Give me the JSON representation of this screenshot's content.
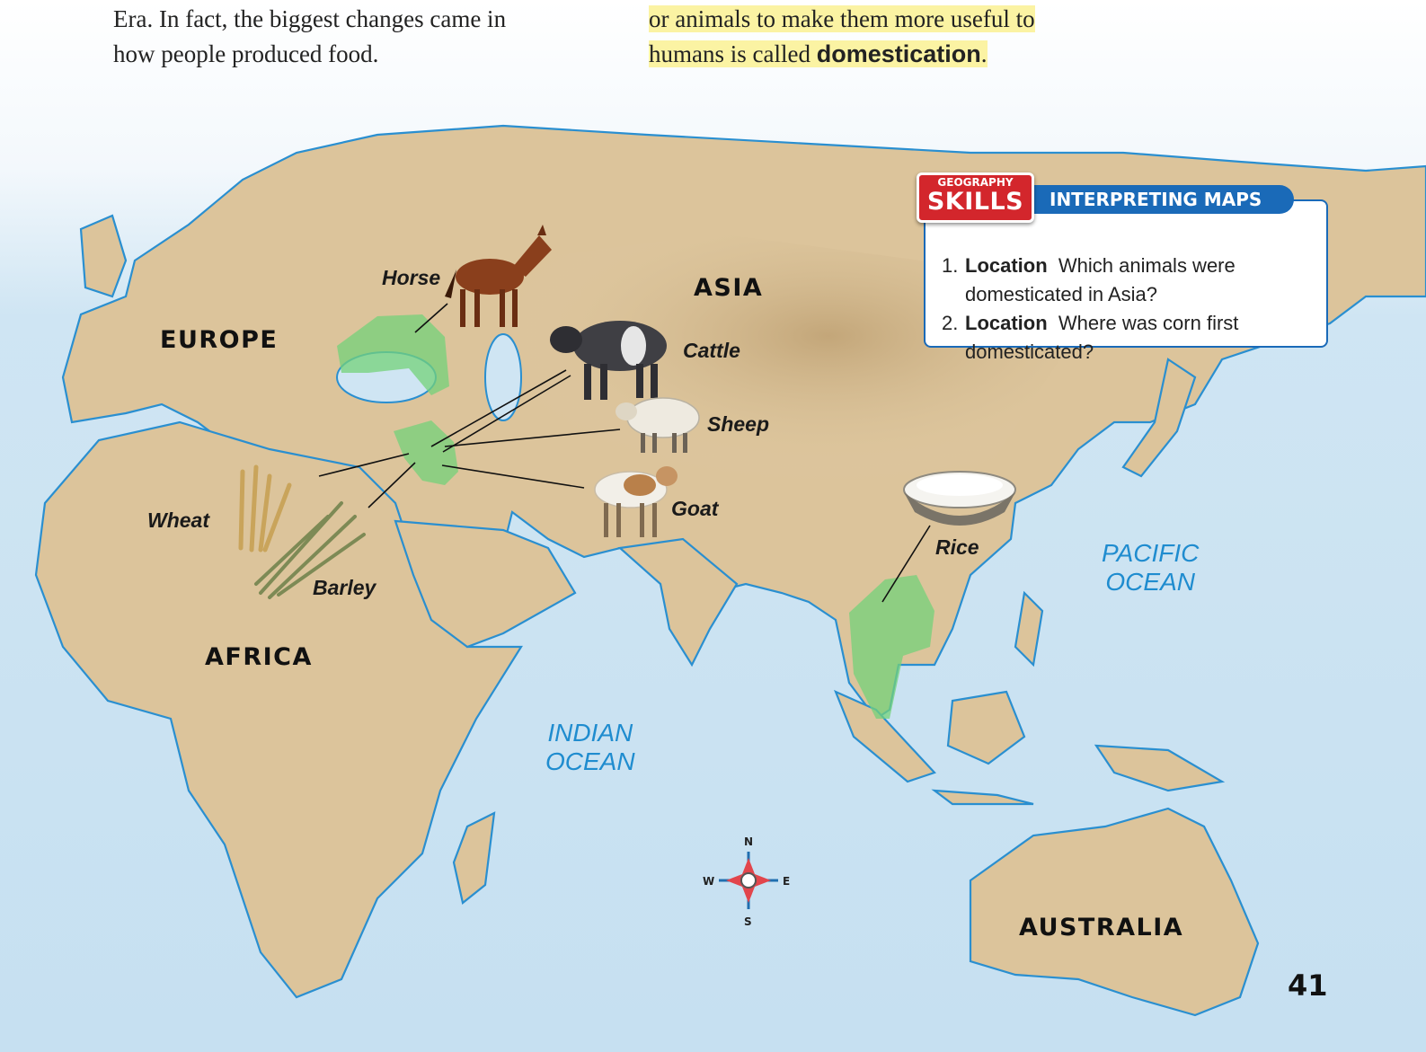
{
  "body_text": {
    "left_line1": "Era. In fact, the biggest changes came in",
    "left_line2": "how people produced food.",
    "right_line1": "or animals to make them more useful to",
    "right_line2_pre": "humans is called ",
    "right_line2_term": "domestication",
    "right_line2_post": "."
  },
  "map": {
    "continents": {
      "europe": "EUROPE",
      "asia": "ASIA",
      "africa": "AFRICA",
      "australia": "AUSTRALIA"
    },
    "oceans": {
      "indian_line1": "INDIAN",
      "indian_line2": "OCEAN",
      "pacific_line1": "PACIFIC",
      "pacific_line2": "OCEAN"
    },
    "labels": {
      "horse": "Horse",
      "cattle": "Cattle",
      "sheep": "Sheep",
      "goat": "Goat",
      "wheat": "Wheat",
      "barley": "Barley",
      "rice": "Rice"
    },
    "compass": {
      "n": "N",
      "s": "S",
      "e": "E",
      "w": "W"
    },
    "colors": {
      "ocean": "#cfe5f3",
      "land": "#dcc49b",
      "coast": "#2a8fd0",
      "domestication_zone": "#74d27a"
    }
  },
  "geography_skills": {
    "badge_top": "GEOGRAPHY",
    "badge_main": "SKILLS",
    "tab_title": "INTERPRETING MAPS",
    "q1_num": "1.",
    "q1_label": "Location",
    "q1_text": "Which animals were domesticated in Asia?",
    "q2_num": "2.",
    "q2_label": "Location",
    "q2_text": "Where was corn first domesticated?",
    "colors": {
      "badge": "#d3262c",
      "tab": "#1a6ab8"
    }
  },
  "page_number": "41"
}
